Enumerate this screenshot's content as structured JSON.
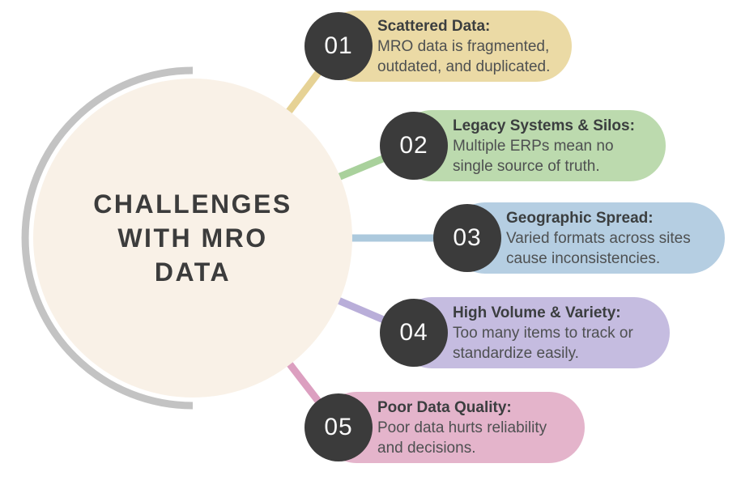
{
  "title": {
    "lines": [
      "CHALLENGES",
      "WITH MRO",
      "DATA"
    ]
  },
  "items": [
    {
      "number": "01",
      "heading": "Scattered Data:",
      "body": "MRO data is fragmented, outdated, and duplicated.",
      "pill_color": "#EBDAA5",
      "connector_color": "#E6D295"
    },
    {
      "number": "02",
      "heading": "Legacy Systems & Silos:",
      "body": "Multiple ERPs mean no single source of truth.",
      "pill_color": "#BCDAAE",
      "connector_color": "#A9D19C"
    },
    {
      "number": "03",
      "heading": "Geographic Spread:",
      "body": "Varied formats across sites cause inconsistencies.",
      "pill_color": "#B5CEE2",
      "connector_color": "#ACC9DD"
    },
    {
      "number": "04",
      "heading": "High Volume & Variety:",
      "body": "Too many items to track or standardize easily.",
      "pill_color": "#C5BCE0",
      "connector_color": "#B9AED9"
    },
    {
      "number": "05",
      "heading": "Poor Data Quality:",
      "body": "Poor data hurts reliability and decisions.",
      "pill_color": "#E4B4CB",
      "connector_color": "#DC9FC0"
    }
  ],
  "colors": {
    "background": "#FFFFFF",
    "circle_fill": "#F9F1E7",
    "arc": "#C3C3C3",
    "badge": "#3B3B3B",
    "badge_text": "#FAFAFA",
    "title_text": "#3C3C3C",
    "heading_text": "#3B3E3F",
    "body_text": "#4E5051"
  }
}
